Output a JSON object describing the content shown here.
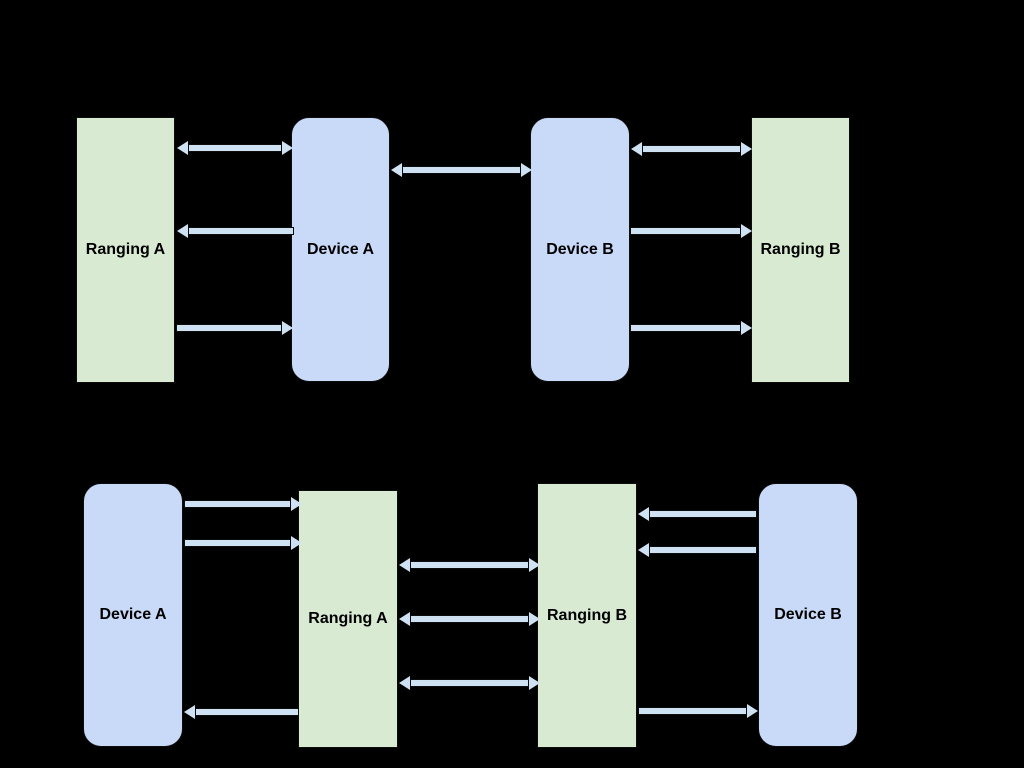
{
  "colors": {
    "background": "#000000",
    "ranging_box_fill": "#d9ead3",
    "device_box_fill": "#c9daf8",
    "arrow_fill": "#cfe2f3",
    "label_text": "#000000"
  },
  "top_diagram": {
    "nodes": [
      {
        "label": "Ranging A",
        "kind": "ranging"
      },
      {
        "label": "Device A",
        "kind": "device"
      },
      {
        "label": "Device B",
        "kind": "device"
      },
      {
        "label": "Ranging B",
        "kind": "ranging"
      }
    ],
    "arrows": [
      {
        "from": "Ranging A",
        "to": "Device A",
        "heads": "both",
        "row": "upper"
      },
      {
        "from": "Device A",
        "to": "Device B",
        "heads": "both",
        "row": "upper"
      },
      {
        "from": "Device B",
        "to": "Ranging B",
        "heads": "both",
        "row": "upper"
      },
      {
        "from": "Device A",
        "to": "Ranging A",
        "heads": "single-at-Ranging A",
        "row": "middle"
      },
      {
        "from": "Device B",
        "to": "Ranging B",
        "heads": "single-at-Ranging B",
        "row": "middle"
      },
      {
        "from": "Ranging A",
        "to": "Device A",
        "heads": "single-at-Device A",
        "row": "lower"
      },
      {
        "from": "Device B",
        "to": "Ranging B",
        "heads": "single-at-Ranging B",
        "row": "lower"
      }
    ]
  },
  "bottom_diagram": {
    "nodes": [
      {
        "label": "Device A",
        "kind": "device"
      },
      {
        "label": "Ranging A",
        "kind": "ranging"
      },
      {
        "label": "Ranging B",
        "kind": "ranging"
      },
      {
        "label": "Device B",
        "kind": "device"
      }
    ],
    "arrows": [
      {
        "from": "Device A",
        "to": "Ranging A",
        "heads": "single-at-Ranging A",
        "row": "upper-1"
      },
      {
        "from": "Device A",
        "to": "Ranging A",
        "heads": "single-at-Ranging A",
        "row": "upper-2"
      },
      {
        "from": "Device B",
        "to": "Ranging B",
        "heads": "single-at-Ranging B",
        "row": "upper-1"
      },
      {
        "from": "Device B",
        "to": "Ranging B",
        "heads": "single-at-Ranging B",
        "row": "upper-2"
      },
      {
        "from": "Ranging A",
        "to": "Ranging B",
        "heads": "both",
        "row": "middle-1"
      },
      {
        "from": "Ranging A",
        "to": "Ranging B",
        "heads": "both",
        "row": "middle-2"
      },
      {
        "from": "Ranging A",
        "to": "Ranging B",
        "heads": "both",
        "row": "middle-3"
      },
      {
        "from": "Ranging A",
        "to": "Device A",
        "heads": "single-at-Device A",
        "row": "lower"
      },
      {
        "from": "Ranging B",
        "to": "Device B",
        "heads": "single-at-Device B",
        "row": "lower"
      }
    ]
  }
}
